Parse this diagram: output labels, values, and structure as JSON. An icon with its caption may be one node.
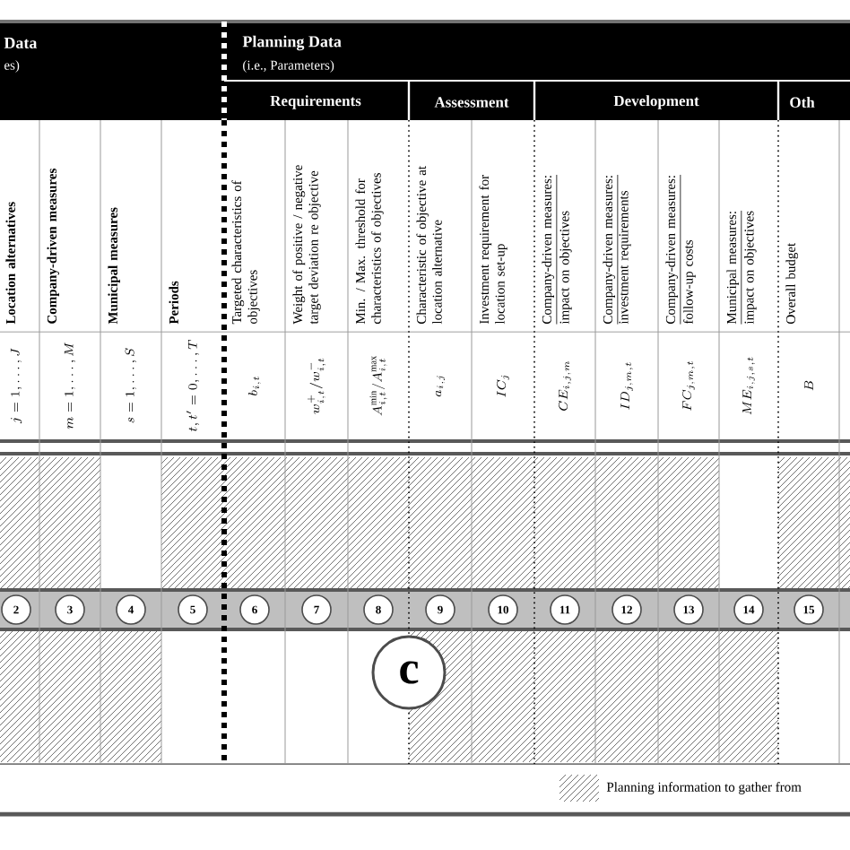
{
  "diagram": {
    "nodes": [
      {
        "text": [
          "2"
        ]
      },
      {
        "text": [
          "3"
        ]
      },
      {
        "text": [
          "4"
        ]
      },
      {
        "text": [
          "5"
        ]
      },
      {
        "text": [
          "6"
        ]
      },
      {
        "text": [
          "7"
        ]
      },
      {
        "text": [
          "8"
        ]
      },
      {
        "text": [
          "9"
        ]
      },
      {
        "text": [
          "10"
        ]
      },
      {
        "text": [
          "11"
        ]
      },
      {
        "text": [
          "12"
        ]
      },
      {
        "text": [
          "13"
        ]
      },
      {
        "text": [
          "14"
        ]
      },
      {
        "text": [
          "15"
        ]
      },
      {
        "text": [
          "c"
        ]
      }
    ],
    "labels": [
      "Data",
      "es)",
      "Planning Data",
      "(i.e., Parameters)",
      "Requirements",
      "Assessment",
      "Development",
      "Oth",
      "Location alternatives",
      "Company-driven measures",
      "Municipal measures",
      "Periods",
      "Targeted characteristics of objectives",
      "Weight of positive / negative target deviation re objective",
      "Min. / Max. threshold for characteristics of objectives",
      "Characteristic of objective at location alternative",
      "Investment requirement for location set-up",
      "Company-driven measures:",
      "impact on objectives",
      "Company-driven measures:",
      "investment requirements",
      "Company-driven measures:",
      "follow-up costs",
      "Municipal measures:",
      "impact on objectives",
      "Overall budget",
      "j = 1,\\dots,J",
      "m = 1,\\dots,M",
      "s = 1,\\dots,S",
      "t,t' = 0,\\dots,T",
      "b_{i,t}",
      "w^{+}_{i,t} / w^{-}_{i,t}",
      "A^{\\min}_{i,t} / A^{\\max}_{i,t}",
      "a_{i,j}",
      "IC_{j}",
      "CE_{i,j,m}",
      "ID_{j,m,t}",
      "FC_{j,m,t}",
      "ME_{i,j,s,t}",
      "B"
    ],
    "legend": [
      {
        "text": "Planning information to gather from"
      }
    ]
  }
}
